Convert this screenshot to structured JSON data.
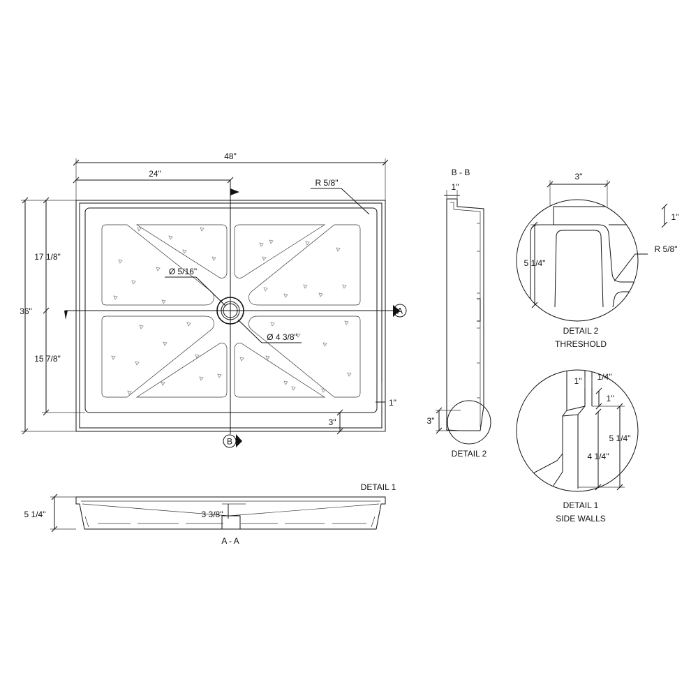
{
  "plan": {
    "width_total": "48\"",
    "half_width": "24\"",
    "depth_total": "36\"",
    "upper_depth": "17 1/8\"",
    "lower_depth": "15 7/8\"",
    "corner_radius": "R 5/8\"",
    "drain_hole": "Ø 5/16\"",
    "drain_outer": "Ø 4 3/8\"",
    "rim_width": "1\"",
    "threshold_width": "3\"",
    "section_a_marker": "A",
    "section_b_marker": "B"
  },
  "section_aa": {
    "height": "5 1/4\"",
    "slope_depth": "3 3/8\"",
    "detail_ref": "DETAIL 1",
    "title": "A - A"
  },
  "section_bb": {
    "title": "B - B",
    "wall_label": "1\"",
    "threshold_height": "3\"",
    "detail_ref": "DETAIL 2"
  },
  "detail2": {
    "top_width": "3\"",
    "step_height": "1\"",
    "total_height": "5 1/4\"",
    "radius": "R 5/8\"",
    "title": "DETAIL 2",
    "subtitle": "THRESHOLD"
  },
  "detail1": {
    "wall_width": "1\"",
    "gap": "1/4\"",
    "step_height": "1\"",
    "total_height": "5 1/4\"",
    "inner_height": "4 1/4\"",
    "title": "DETAIL 1",
    "subtitle": "SIDE WALLS"
  }
}
